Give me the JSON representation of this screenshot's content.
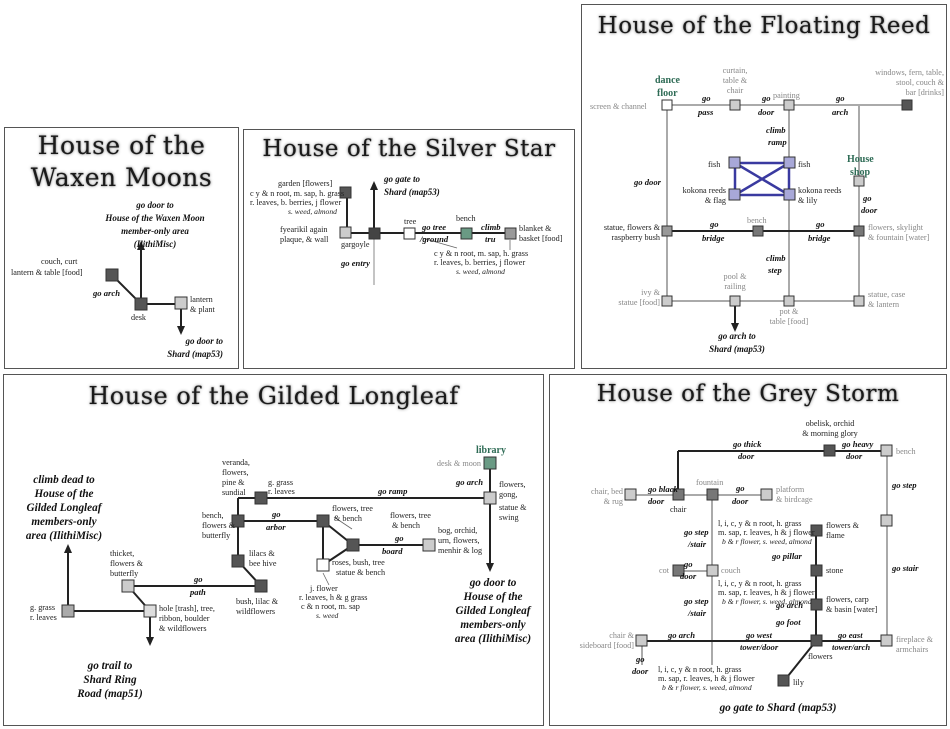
{
  "panels": {
    "waxen": {
      "title_l1": "House of the",
      "title_l2": "Waxen Moons",
      "exit_top_l1": "go door to",
      "exit_top_l2": "House of the Waxen Moon",
      "exit_top_l3": "member-only area",
      "exit_top_l4": "(IlithiMisc)",
      "couch_l1": "couch, curt",
      "couch_l2": "lantern & table [food]",
      "go_arch": "go arch",
      "desk": "desk",
      "lantern_l1": "lantern",
      "lantern_l2": "& plant",
      "exit_bot_l1": "go door to",
      "exit_bot_l2": "Shard (map53)"
    },
    "silver": {
      "title": "House of the Silver Star",
      "garden_l1": "garden [flowers]",
      "garden_l2": "c y & n root, m. sap, h. grass",
      "garden_l3": "r. leaves, b. berries, j flower",
      "garden_l4": "s. weed, almond",
      "gate_l1": "go gate to",
      "gate_l2": "Shard (map53)",
      "fyea_l1": "fyearikil again",
      "fyea_l2": "plaque, & wall",
      "gargoyle": "gargoyle",
      "go_entry": "go entry",
      "tree": "tree",
      "go_tree_l1": "go tree",
      "go_tree_l2": "/ground",
      "bench": "bench",
      "climb_l1": "climb",
      "climb_l2": "tru",
      "blanket_l1": "blanket &",
      "blanket_l2": "basket [food]",
      "forage_l1": "c y & n root, m. sap, h. grass",
      "forage_l2": "r. leaves, b. berries, j flower",
      "forage_l3": "s. weed, almond"
    },
    "reed": {
      "title": "House of the Floating Reed",
      "dance_l1": "dance",
      "dance_l2": "floor",
      "screen": "screen & channel",
      "curtain_l1": "curtain,",
      "curtain_l2": "table &",
      "curtain_l3": "chair",
      "go_pass_l1": "go",
      "go_pass_l2": "pass",
      "go_door_l1": "go",
      "go_door_l2": "door",
      "painting": "painting",
      "go_arch_l1": "go",
      "go_arch_l2": "arch",
      "windows_l1": "windows, fern, table,",
      "windows_l2": "stool, couch &",
      "windows_l3": "bar [drinks]",
      "climb_ramp_l1": "climb",
      "climb_ramp_l2": "ramp",
      "house_l1": "House",
      "house_l2": "shop",
      "go_door_left": "go door",
      "fish1": "fish",
      "fish2": "fish",
      "kokona1_l1": "kokona reeds",
      "kokona1_l2": "& flag",
      "kokona2_l1": "kokona reeds",
      "kokona2_l2": "& lily",
      "go_door_right_l1": "go",
      "go_door_right_l2": "door",
      "statue_l1": "statue, flowers &",
      "statue_l2": "raspberry bush",
      "go_bridge1_l1": "go",
      "go_bridge1_l2": "bridge",
      "bench": "bench",
      "go_bridge2_l1": "go",
      "go_bridge2_l2": "bridge",
      "flowers_l1": "flowers, skylight",
      "flowers_l2": "& fountain [water]",
      "climb_step_l1": "climb",
      "climb_step_l2": "step",
      "ivy_l1": "ivy &",
      "ivy_l2": "statue [food]",
      "pool_l1": "pool &",
      "pool_l2": "railing",
      "pot_l1": "pot &",
      "pot_l2": "table [food]",
      "statue_case_l1": "statue, case",
      "statue_case_l2": "& lantern",
      "exit_l1": "go arch to",
      "exit_l2": "Shard (map53)"
    },
    "gilded": {
      "title": "House of the Gilded Longleaf",
      "climb_l1": "climb dead to",
      "climb_l2": "House of the",
      "climb_l3": "Gilded Longleaf",
      "climb_l4": "members-only",
      "climb_l5": "area (IlithiMisc)",
      "veranda_l1": "veranda,",
      "veranda_l2": "flowers,",
      "veranda_l3": "pine &",
      "veranda_l4": "sundial",
      "ggrass1_l1": "g. grass",
      "ggrass1_l2": "r. leaves",
      "go_ramp": "go ramp",
      "library": "library",
      "desk_moon": "desk & moon",
      "go_arch": "go arch",
      "flowers_gong_l1": "flowers,",
      "flowers_gong_l2": "gong,",
      "flowers_gong_l3": "statue &",
      "flowers_gong_l4": "swing",
      "bench_l1": "bench,",
      "bench_l2": "flowers &",
      "bench_l3": "butterfly",
      "go_arbor_l1": "go",
      "go_arbor_l2": "arbor",
      "ftb1_l1": "flowers, tree",
      "ftb1_l2": "& bench",
      "ftb2_l1": "flowers, tree",
      "ftb2_l2": "& bench",
      "go_board_l1": "go",
      "go_board_l2": "board",
      "bog_l1": "bog, orchid,",
      "bog_l2": "urn, flowers,",
      "bog_l3": "menhir & log",
      "lilacs_l1": "lilacs &",
      "lilacs_l2": "bee hive",
      "roses_l1": "roses, bush, tree",
      "roses_l2": "statue & bench",
      "thicket_l1": "thicket,",
      "thicket_l2": "flowers &",
      "thicket_l3": "butterfly",
      "go_path_l1": "go",
      "go_path_l2": "path",
      "bush_l1": "bush, lilac &",
      "bush_l2": "wildflowers",
      "jflower_l1": "j. flower",
      "jflower_l2": "r. leaves, h & g grass",
      "jflower_l3": "c & n root, m. sap",
      "jflower_l4": "s. weed",
      "ggrass2_l1": "g. grass",
      "ggrass2_l2": "r. leaves",
      "hole_l1": "hole [trash], tree,",
      "hole_l2": "ribbon, boulder",
      "hole_l3": "& wildflowers",
      "door_exit_l1": "go door to",
      "door_exit_l2": "House of the",
      "door_exit_l3": "Gilded Longleaf",
      "door_exit_l4": "members-only",
      "door_exit_l5": "area (IlithiMisc)",
      "trail_l1": "go trail to",
      "trail_l2": "Shard Ring",
      "trail_l3": "Road (map51)"
    },
    "grey": {
      "title": "House of the Grey Storm",
      "obelisk_l1": "obelisk, orchid",
      "obelisk_l2": "& morning glory",
      "go_thick_l1": "go thick",
      "go_thick_l2": "door",
      "go_heavy_l1": "go heavy",
      "go_heavy_l2": "door",
      "bench": "bench",
      "chair_bed_l1": "chair, bed",
      "chair_bed_l2": "& rug",
      "go_black_l1": "go black",
      "go_black_l2": "door",
      "chair": "chair",
      "fountain": "fountain",
      "go_door1_l1": "go",
      "go_door1_l2": "door",
      "platform_l1": "platform",
      "platform_l2": "& birdcage",
      "go_step": "go step",
      "go_step2_l1": "go step",
      "go_step2_l2": "/stair",
      "forage1_l1": "l, i, c, y & n root, h. grass",
      "forage1_l2": "m. sap, r. leaves, h & j flower",
      "forage1_l3": "b & r flower, s. weed, almond",
      "flowers_flame_l1": "flowers &",
      "flowers_flame_l2": "flame",
      "go_pillar": "go pillar",
      "cot": "cot",
      "go_door2_l1": "go",
      "go_door2_l2": "door",
      "couch": "couch",
      "stone": "stone",
      "go_stair": "go stair",
      "go_step3_l1": "go step",
      "go_step3_l2": "/stair",
      "forage2_l1": "l, i, c, y & n root, h. grass",
      "forage2_l2": "m. sap, r. leaves, h & j flower",
      "forage2_l3": "b & r flower, s. weed, almond",
      "go_arch_mid": "go arch",
      "flowers_carp_l1": "flowers, carp",
      "flowers_carp_l2": "& basin [water]",
      "chair_side_l1": "chair &",
      "chair_side_l2": "sideboard [food]",
      "go_arch_low": "go arch",
      "go_foot": "go foot",
      "go_west_l1": "go west",
      "go_west_l2": "tower/door",
      "go_east_l1": "go east",
      "go_east_l2": "tower/arch",
      "fireplace_l1": "fireplace &",
      "fireplace_l2": "armchairs",
      "flowers": "flowers",
      "go_door3_l1": "go",
      "go_door3_l2": "door",
      "forage3_l1": "l, i, c, y & n root, h. grass",
      "forage3_l2": "m. sap, r. leaves, h & j flower",
      "forage3_l3": "b & r flower, s. weed, almond",
      "lily": "lily",
      "exit": "go gate to Shard (map53)"
    }
  },
  "colors": {
    "room_dark": "#555555",
    "room_mid": "#9a9a9a",
    "room_light": "#cccccc",
    "teal_accent": "#2e6b55",
    "teal_fill": "#6a9a84",
    "blue_path": "#3a3aa0",
    "blue_room": "#a8a8d8",
    "grey_path": "#aaaaaa"
  }
}
